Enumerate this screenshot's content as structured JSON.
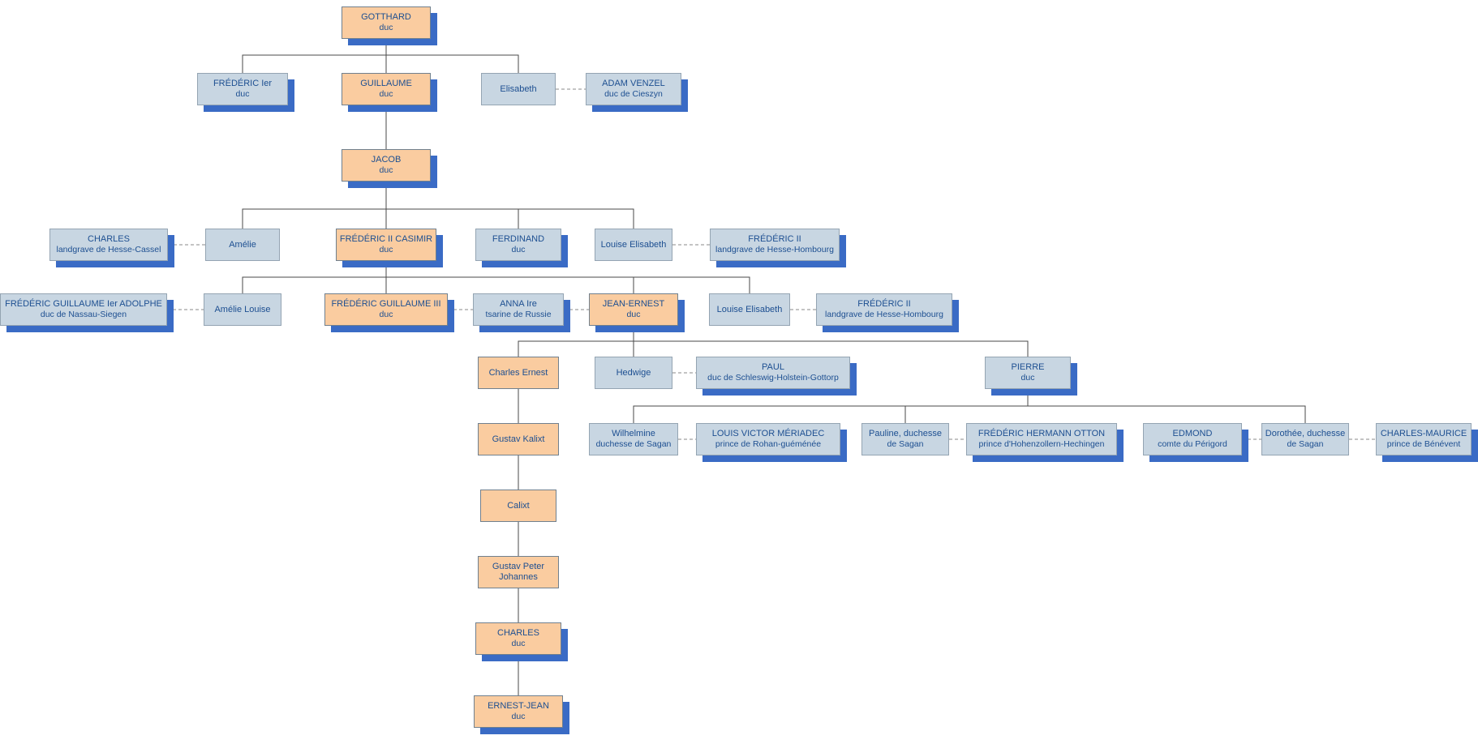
{
  "diagram": {
    "type": "family-tree",
    "colors": {
      "ducal_line_fill": "#FACCA0",
      "relative_fill": "#C8D6E2",
      "shadow": "#3A6BC5",
      "text": "#1D4F91",
      "descent_line": "#4A4A4A",
      "marriage_line": "#8A8A8A"
    },
    "nodes": {
      "gotthard": {
        "line1": "GOTTHARD",
        "line2": "duc"
      },
      "frederic_ier": {
        "line1": "FRÉDÉRIC Ier",
        "line2": "duc"
      },
      "guillaume": {
        "line1": "GUILLAUME",
        "line2": "duc"
      },
      "elisabeth": {
        "line1": "Elisabeth",
        "line2": ""
      },
      "adam_venzel": {
        "line1": "ADAM VENZEL",
        "line2": "duc de Cieszyn"
      },
      "jacob": {
        "line1": "JACOB",
        "line2": "duc"
      },
      "charles_hesse_cassel": {
        "line1": "CHARLES",
        "line2": "landgrave de Hesse-Cassel"
      },
      "amelie": {
        "line1": "Amélie",
        "line2": ""
      },
      "frederic_ii_casimir": {
        "line1": "FRÉDÉRIC II CASIMIR",
        "line2": "duc"
      },
      "ferdinand": {
        "line1": "FERDINAND",
        "line2": "duc"
      },
      "louise_elisabeth_1": {
        "line1": "Louise Elisabeth",
        "line2": ""
      },
      "frederic_ii_hombourg_1": {
        "line1": "FRÉDÉRIC II",
        "line2": "landgrave de Hesse-Hombourg"
      },
      "frederic_guillaume_adolphe": {
        "line1": "FRÉDÉRIC GUILLAUME Ier ADOLPHE",
        "line2": "duc de Nassau-Siegen"
      },
      "amelie_louise": {
        "line1": "Amélie Louise",
        "line2": ""
      },
      "frederic_guillaume_iii": {
        "line1": "FRÉDÉRIC GUILLAUME III",
        "line2": "duc"
      },
      "anna": {
        "line1": "ANNA Ire",
        "line2": "tsarine de Russie"
      },
      "jean_ernest": {
        "line1": "JEAN-ERNEST",
        "line2": "duc"
      },
      "louise_elisabeth_2": {
        "line1": "Louise Elisabeth",
        "line2": ""
      },
      "frederic_ii_hombourg_2": {
        "line1": "FRÉDÉRIC II",
        "line2": "landgrave de Hesse-Hombourg"
      },
      "charles_ernest": {
        "line1": "Charles Ernest",
        "line2": ""
      },
      "hedwige": {
        "line1": "Hedwige",
        "line2": ""
      },
      "paul": {
        "line1": "PAUL",
        "line2": "duc de Schleswig-Holstein-Gottorp"
      },
      "pierre": {
        "line1": "PIERRE",
        "line2": "duc"
      },
      "gustav_kalixt": {
        "line1": "Gustav Kalixt",
        "line2": ""
      },
      "wilhelmine": {
        "line1": "Wilhelmine",
        "line2": "duchesse de Sagan"
      },
      "louis_victor": {
        "line1": "LOUIS VICTOR MÉRIADEC",
        "line2": "prince de Rohan-guéménée"
      },
      "pauline": {
        "line1": "Pauline, duchesse",
        "line2": "de Sagan"
      },
      "frederic_hermann_otton": {
        "line1": "FRÉDÉRIC HERMANN OTTON",
        "line2": "prince d'Hohenzollern-Hechingen"
      },
      "edmond": {
        "line1": "EDMOND",
        "line2": "comte du Périgord"
      },
      "dorothee": {
        "line1": "Dorothée, duchesse",
        "line2": "de Sagan"
      },
      "charles_maurice": {
        "line1": "CHARLES-MAURICE",
        "line2": "prince de Bénévent"
      },
      "calixt": {
        "line1": "Calixt",
        "line2": ""
      },
      "gustav_peter_johannes": {
        "line1": "Gustav Peter",
        "line2": "Johannes"
      },
      "charles_duc": {
        "line1": "CHARLES",
        "line2": "duc"
      },
      "ernest_jean": {
        "line1": "ERNEST-JEAN",
        "line2": "duc"
      }
    },
    "relations": {
      "children": [
        {
          "parent": "gotthard",
          "children": [
            "frederic_ier",
            "guillaume",
            "elisabeth"
          ]
        },
        {
          "parent": "guillaume",
          "children": [
            "jacob"
          ]
        },
        {
          "parent": "jacob",
          "children": [
            "amelie",
            "frederic_ii_casimir",
            "ferdinand",
            "louise_elisabeth_1"
          ]
        },
        {
          "parent": "frederic_ii_casimir",
          "children": [
            "amelie_louise",
            "frederic_guillaume_iii",
            "jean_ernest",
            "louise_elisabeth_2"
          ]
        },
        {
          "parent": "jean_ernest",
          "children": [
            "charles_ernest",
            "hedwige",
            "pierre"
          ]
        },
        {
          "parent": "pierre",
          "children": [
            "wilhelmine",
            "pauline",
            "dorothee"
          ]
        },
        {
          "parent": "charles_ernest",
          "children": [
            "gustav_kalixt"
          ]
        },
        {
          "parent": "gustav_kalixt",
          "children": [
            "calixt"
          ]
        },
        {
          "parent": "calixt",
          "children": [
            "gustav_peter_johannes"
          ]
        },
        {
          "parent": "gustav_peter_johannes",
          "children": [
            "charles_duc"
          ]
        },
        {
          "parent": "charles_duc",
          "children": [
            "ernest_jean"
          ]
        }
      ],
      "marriages": [
        [
          "elisabeth",
          "adam_venzel"
        ],
        [
          "charles_hesse_cassel",
          "amelie"
        ],
        [
          "louise_elisabeth_1",
          "frederic_ii_hombourg_1"
        ],
        [
          "frederic_guillaume_adolphe",
          "amelie_louise"
        ],
        [
          "frederic_guillaume_iii",
          "anna"
        ],
        [
          "anna",
          "jean_ernest"
        ],
        [
          "louise_elisabeth_2",
          "frederic_ii_hombourg_2"
        ],
        [
          "hedwige",
          "paul"
        ],
        [
          "wilhelmine",
          "louis_victor"
        ],
        [
          "pauline",
          "frederic_hermann_otton"
        ],
        [
          "edmond",
          "dorothee"
        ],
        [
          "dorothee",
          "charles_maurice"
        ]
      ]
    }
  }
}
